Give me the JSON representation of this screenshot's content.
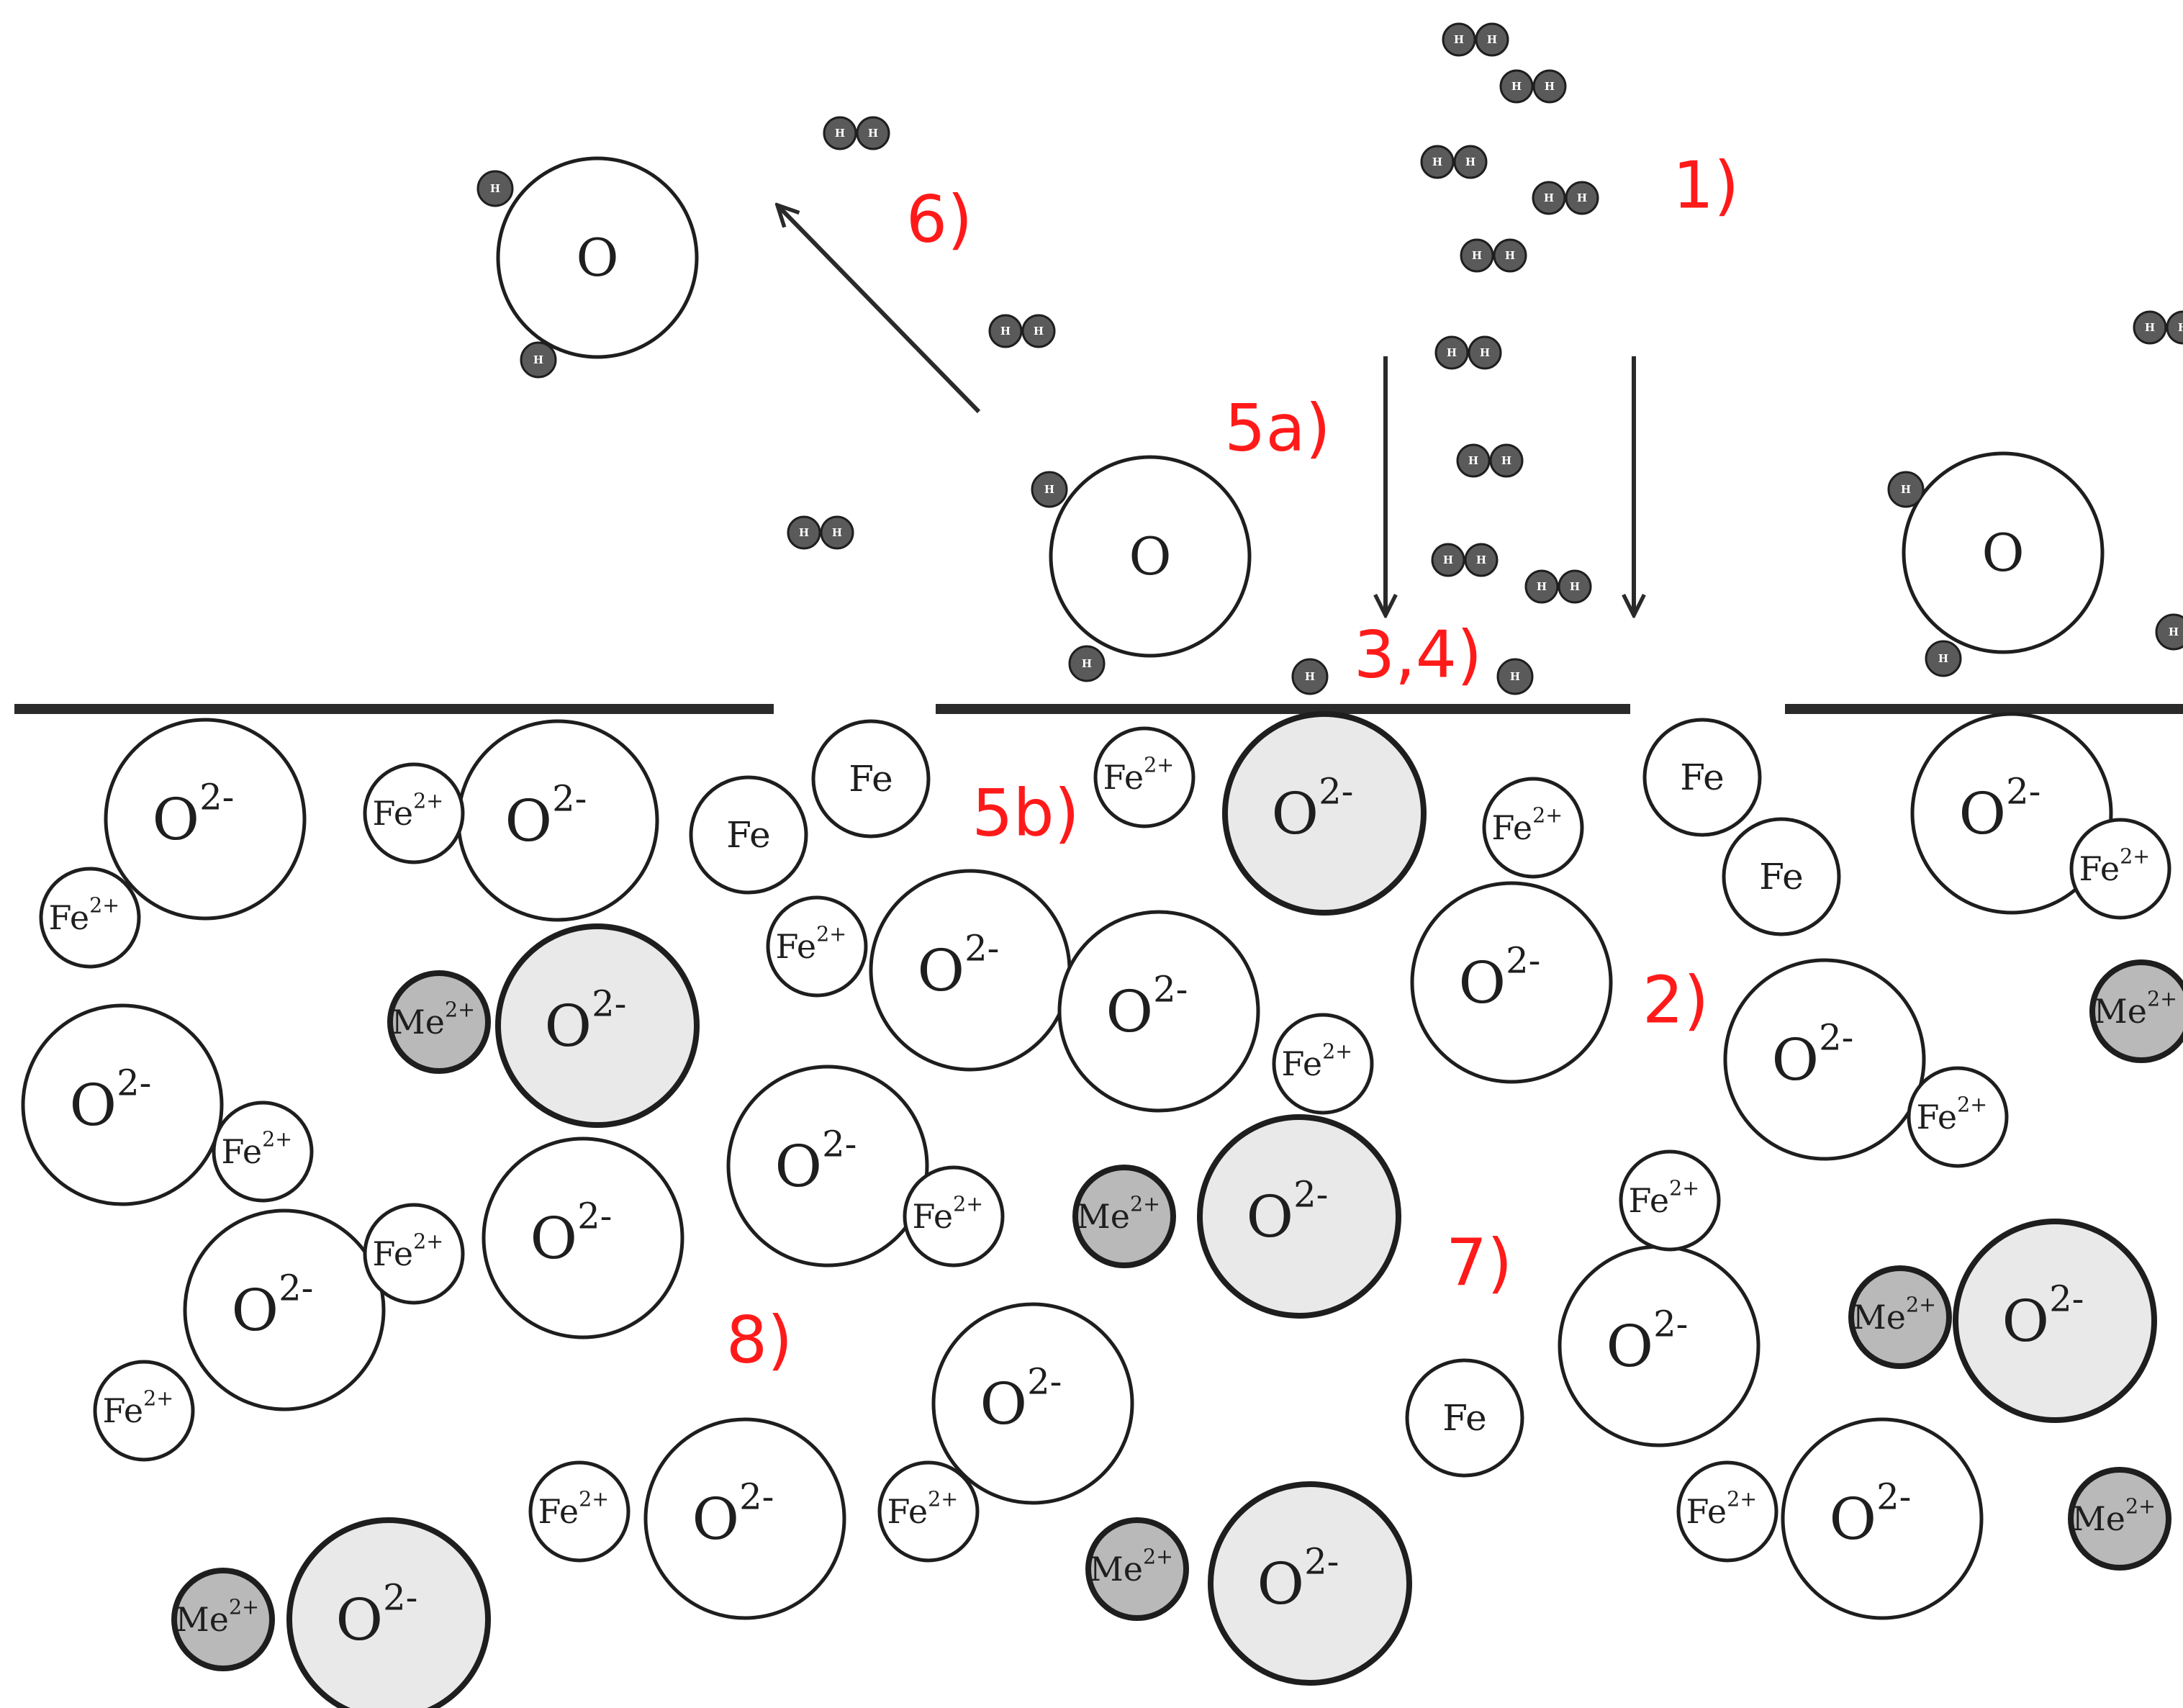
{
  "colors": {
    "step_label": "#ff1a1a",
    "outline": "#1e1e1e",
    "shaded_fill": "#e9e9e9",
    "me_fill": "#b9b9b9",
    "hydrogen_fill": "#5a5a5a"
  },
  "labels": {
    "hydrogen": "H",
    "water_oxygen": "O",
    "oxide_anion": "O",
    "oxide_charge": "2-",
    "iron_cation": "Fe",
    "iron_charge": "2+",
    "metal_cation": "Me",
    "metal_charge": "2+",
    "iron_atom": "Fe"
  },
  "steps": [
    "1)",
    "2)",
    "3,4)",
    "5a)",
    "5b)",
    "6)",
    "7)",
    "8)"
  ]
}
